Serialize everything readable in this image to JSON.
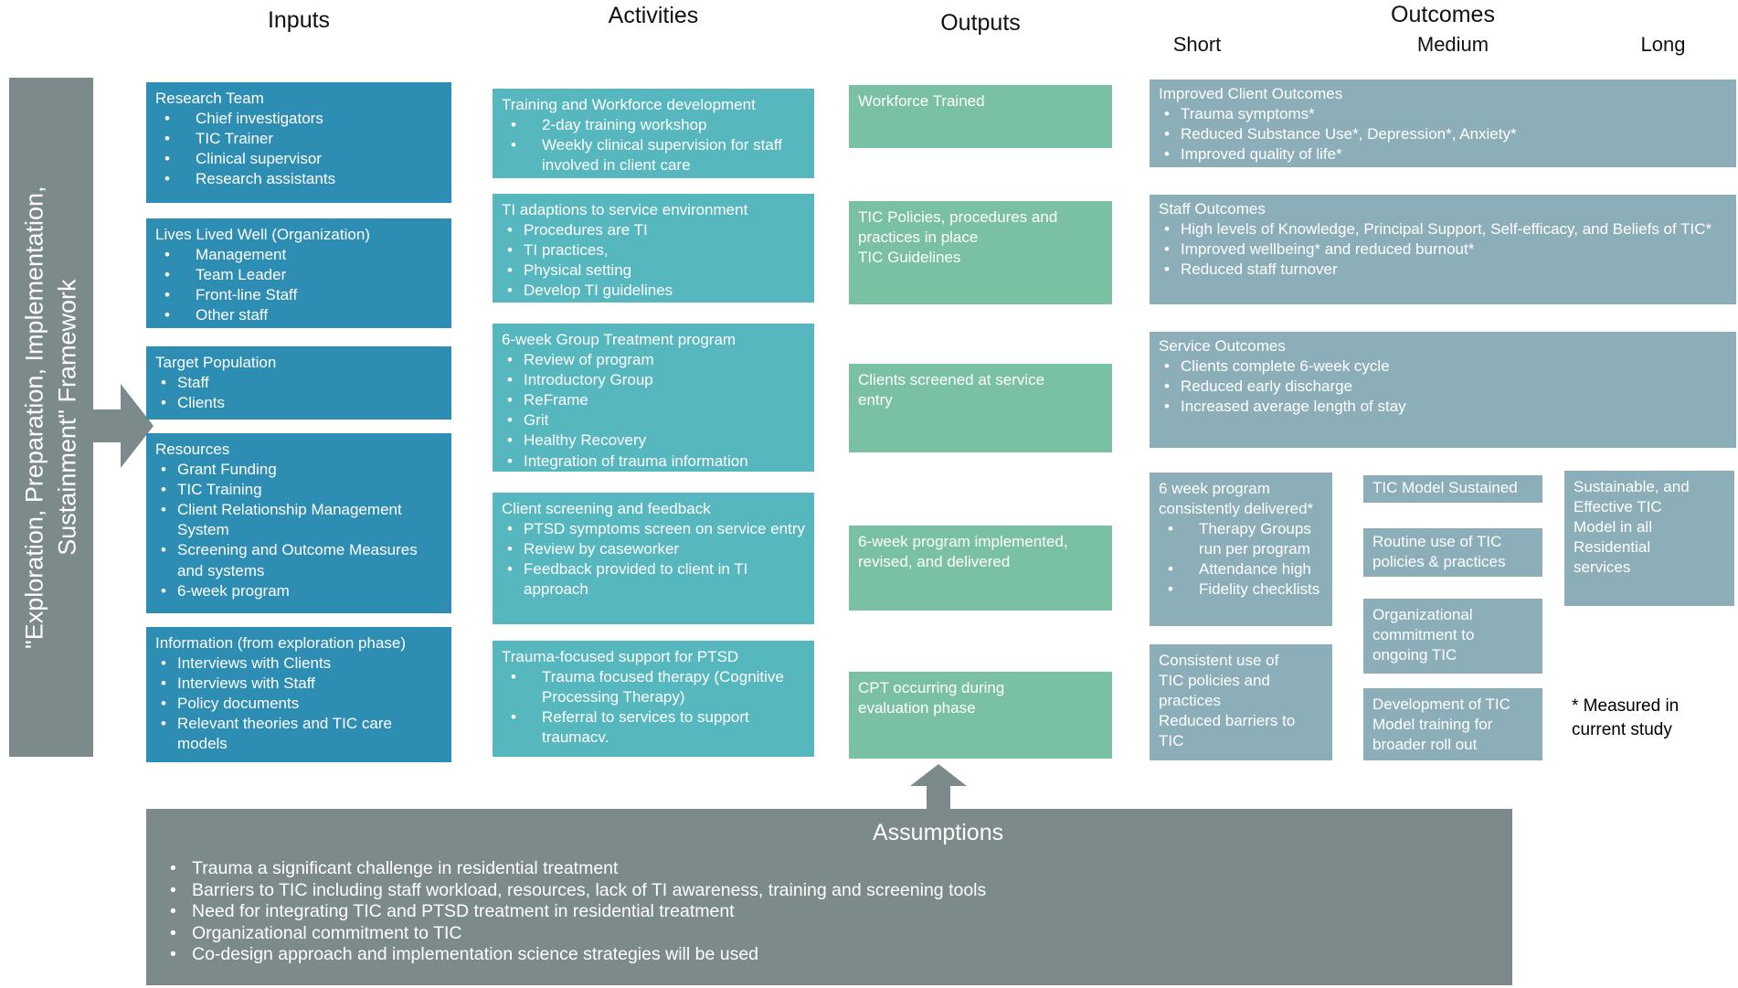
{
  "headers": {
    "inputs": "Inputs",
    "activities": "Activities",
    "outputs": "Outputs",
    "outcomes": "Outcomes",
    "short": "Short",
    "medium": "Medium",
    "long": "Long"
  },
  "framework_label": "\"Exploration, Preparation, Implementation, Sustainment\" Framework",
  "inputs": [
    {
      "title": "Research Team",
      "bullets": [
        "Chief investigators",
        "TIC Trainer",
        "Clinical supervisor",
        "Research assistants"
      ]
    },
    {
      "title": "Lives Lived Well (Organization)",
      "bullets": [
        "Management",
        "Team Leader",
        "Front-line Staff",
        "Other staff"
      ]
    },
    {
      "title": "Target Population",
      "bullets": [
        "Staff",
        "Clients"
      ]
    },
    {
      "title": "Resources",
      "bullets": [
        "Grant Funding",
        "TIC Training",
        "Client Relationship Management System",
        "Screening and Outcome Measures and systems",
        "6-week program"
      ]
    },
    {
      "title": "Information (from exploration phase)",
      "bullets": [
        "Interviews with Clients",
        "Interviews with Staff",
        "Policy documents",
        "Relevant theories and TIC care models"
      ]
    }
  ],
  "activities": [
    {
      "title": "Training and Workforce development",
      "bullets": [
        "2-day training workshop",
        "Weekly clinical supervision for staff involved in client care"
      ]
    },
    {
      "title": "TI adaptions to  service environment",
      "bullets": [
        "Procedures are TI",
        "TI practices,",
        "Physical setting",
        "Develop TI guidelines"
      ]
    },
    {
      "title": "6-week Group Treatment program",
      "bullets": [
        "Review of program",
        "Introductory Group",
        "ReFrame",
        "Grit",
        "Healthy Recovery",
        "Integration of trauma information"
      ]
    },
    {
      "title": "Client screening and feedback",
      "bullets": [
        "PTSD symptoms screen on service entry",
        "Review by caseworker",
        "Feedback provided to client in TI approach"
      ]
    },
    {
      "title": "Trauma-focused support for PTSD",
      "bullets": [
        "Trauma focused therapy (Cognitive Processing Therapy)",
        "Referral to services to support traumacv."
      ]
    }
  ],
  "outputs": [
    "Workforce Trained",
    "TIC Policies, procedures and\npractices in place\nTIC Guidelines",
    "Clients screened at service\nentry",
    "6-week program implemented,\nrevised, and delivered",
    "CPT occurring during\nevaluation phase"
  ],
  "outcomes_rows": [
    {
      "title": "Improved Client Outcomes",
      "bullets": [
        "Trauma symptoms*",
        "Reduced Substance Use*, Depression*, Anxiety*",
        "Improved quality of life*"
      ]
    },
    {
      "title": "Staff  Outcomes",
      "bullets": [
        "High levels of Knowledge, Principal Support, Self-efficacy, and Beliefs of TIC*",
        "Improved wellbeing* and reduced burnout*",
        "Reduced staff turnover"
      ]
    },
    {
      "title": "Service Outcomes",
      "bullets": [
        "Clients complete 6-week cycle",
        "Reduced early discharge",
        "Increased average length of stay"
      ]
    }
  ],
  "outcomes_short": [
    {
      "title": "6 week program consistently delivered*",
      "bullets": [
        "Therapy Groups run per program",
        "Attendance high",
        "Fidelity checklists"
      ]
    },
    {
      "text": "Consistent use of\nTIC policies and\npractices\nReduced barriers to\nTIC"
    }
  ],
  "outcomes_medium": [
    "TIC Model Sustained",
    "Routine use of TIC\npolicies & practices",
    "Organizational\ncommitment to\nongoing TIC",
    "Development of TIC\nModel training for\nbroader roll out"
  ],
  "outcomes_long": [
    "Sustainable, and\nEffective TIC\nModel in all\nResidential\nservices"
  ],
  "footnote": "* Measured in\ncurrent study",
  "assumptions": {
    "title": "Assumptions",
    "bullets": [
      "Trauma a significant challenge in residential treatment",
      "Barriers to TIC including staff workload, resources, lack of TI awareness, training and screening tools",
      "Need for integrating TIC and PTSD treatment in residential treatment",
      "Organizational commitment to TIC",
      "Co-design approach and implementation science strategies will be used"
    ]
  },
  "colors": {
    "inputs_box": "#2e8db3",
    "activities_box": "#56b7be",
    "outputs_box": "#7ac1a3",
    "outcomes_box": "#8caeb8",
    "framework_grey": "#7d8a8c",
    "text_on_box": "#ffffff"
  }
}
